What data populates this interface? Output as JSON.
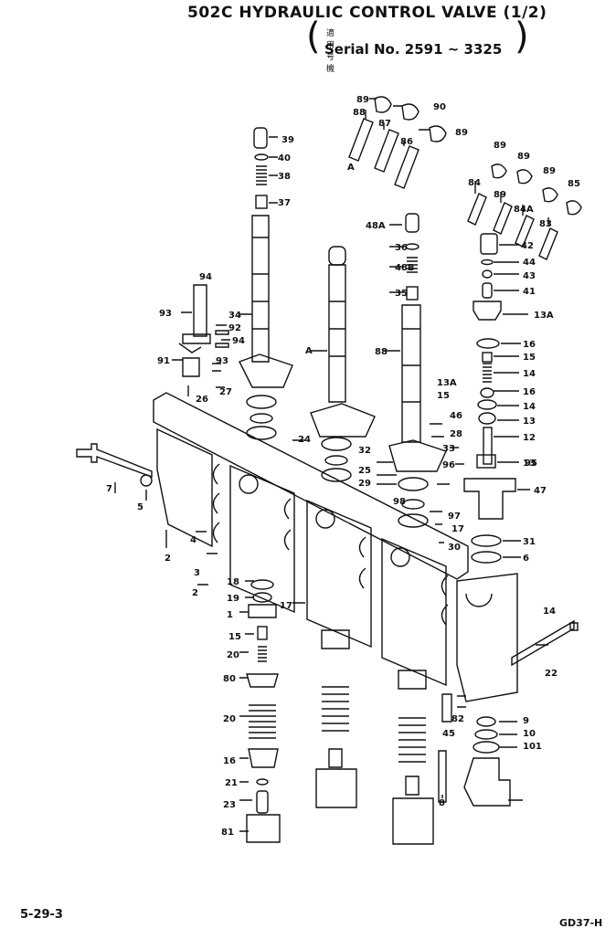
{
  "header": {
    "title": "502C HYDRAULIC CONTROL VALVE (1/2)",
    "applicability_jp": "適用号機",
    "serial": "Serial No. 2591 ~ 3325"
  },
  "footer": {
    "page_number": "5-29-3",
    "drawing_code": "GD37-H"
  },
  "callouts": [
    "89",
    "90",
    "88",
    "87",
    "89",
    "86",
    "A",
    "89",
    "89",
    "89",
    "85",
    "84",
    "89",
    "84A",
    "83",
    "42",
    "44",
    "43",
    "41",
    "13A",
    "16",
    "15",
    "14",
    "13A",
    "16",
    "15",
    "14",
    "13",
    "12",
    "13",
    "39",
    "40",
    "38",
    "37",
    "48A",
    "36",
    "48B",
    "35",
    "34",
    "A",
    "88",
    "94",
    "93",
    "92",
    "94",
    "91",
    "93",
    "26",
    "27",
    "46",
    "28",
    "33",
    "32",
    "95",
    "24",
    "25",
    "29",
    "47",
    "96",
    "97",
    "17",
    "98",
    "30",
    "31",
    "6",
    "7",
    "5",
    "4",
    "3",
    "2",
    "2",
    "17",
    "18",
    "19",
    "1",
    "14",
    "15",
    "20",
    "80",
    "22",
    "20",
    "16",
    "21",
    "23",
    "81",
    "82",
    "45",
    "9",
    "10",
    "101",
    "8"
  ]
}
